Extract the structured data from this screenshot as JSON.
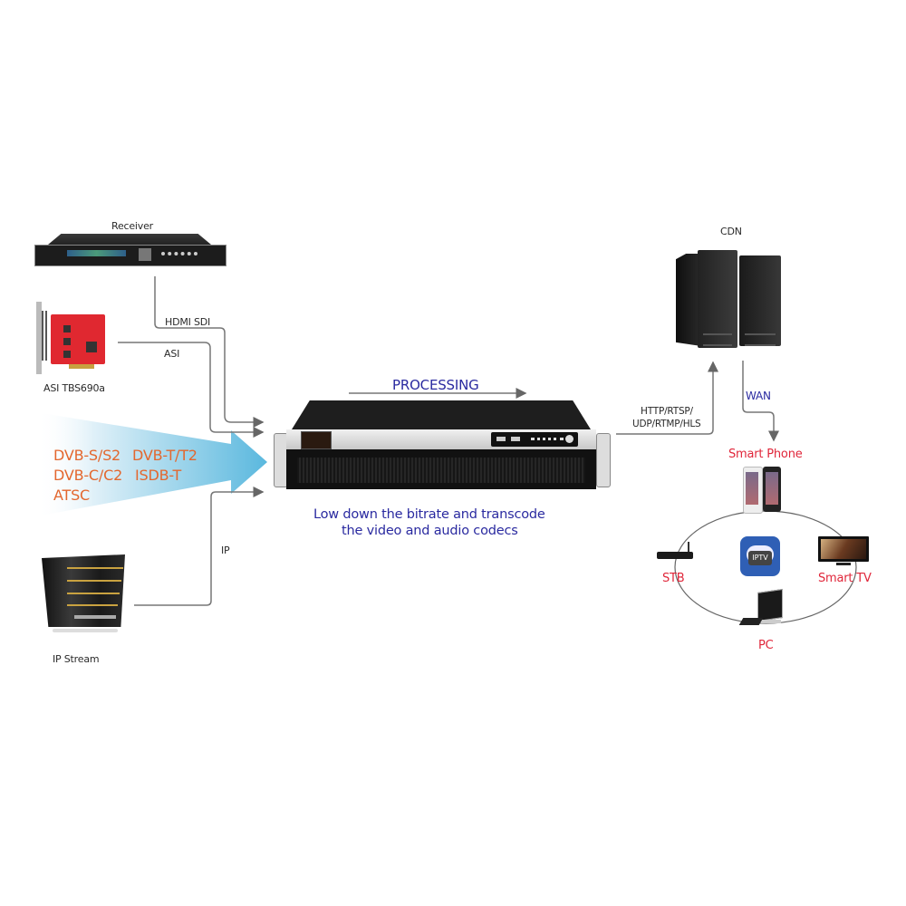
{
  "diagram": {
    "inputs": {
      "receiver": {
        "label": "Receiver"
      },
      "asi_card": {
        "label": "ASI TBS690a"
      },
      "ip_stream": {
        "label": "IP Stream"
      }
    },
    "connections": {
      "hdmi_sdi": "HDMI SDI",
      "asi": "ASI",
      "ip": "IP",
      "output_protocols_line1": "HTTP/RTSP/",
      "output_protocols_line2": "UDP/RTMP/HLS",
      "wan": "WAN"
    },
    "broadcast_standards": {
      "row1_col1": "DVB-S/S2",
      "row1_col2": "DVB-T/T2",
      "row2_col1": "DVB-C/C2",
      "row2_col2": "ISDB-T",
      "row3_col1": "ATSC"
    },
    "processor": {
      "title": "PROCESSING",
      "caption_line1": "Low down the bitrate and transcode",
      "caption_line2": "the video and audio codecs"
    },
    "cdn": {
      "label": "CDN"
    },
    "clients": {
      "smart_phone": "Smart Phone",
      "stb": "STB",
      "smart_tv": "Smart TV",
      "pc": "PC",
      "iptv_icon_text": "IPTV"
    },
    "colors": {
      "label_text": "#2a2a2a",
      "accent_blue": "#2a2aa0",
      "client_red": "#e0263a",
      "standards_orange": "#e3672e",
      "arrow_blue": "#5ab8de",
      "wire_gray": "#777777"
    }
  }
}
